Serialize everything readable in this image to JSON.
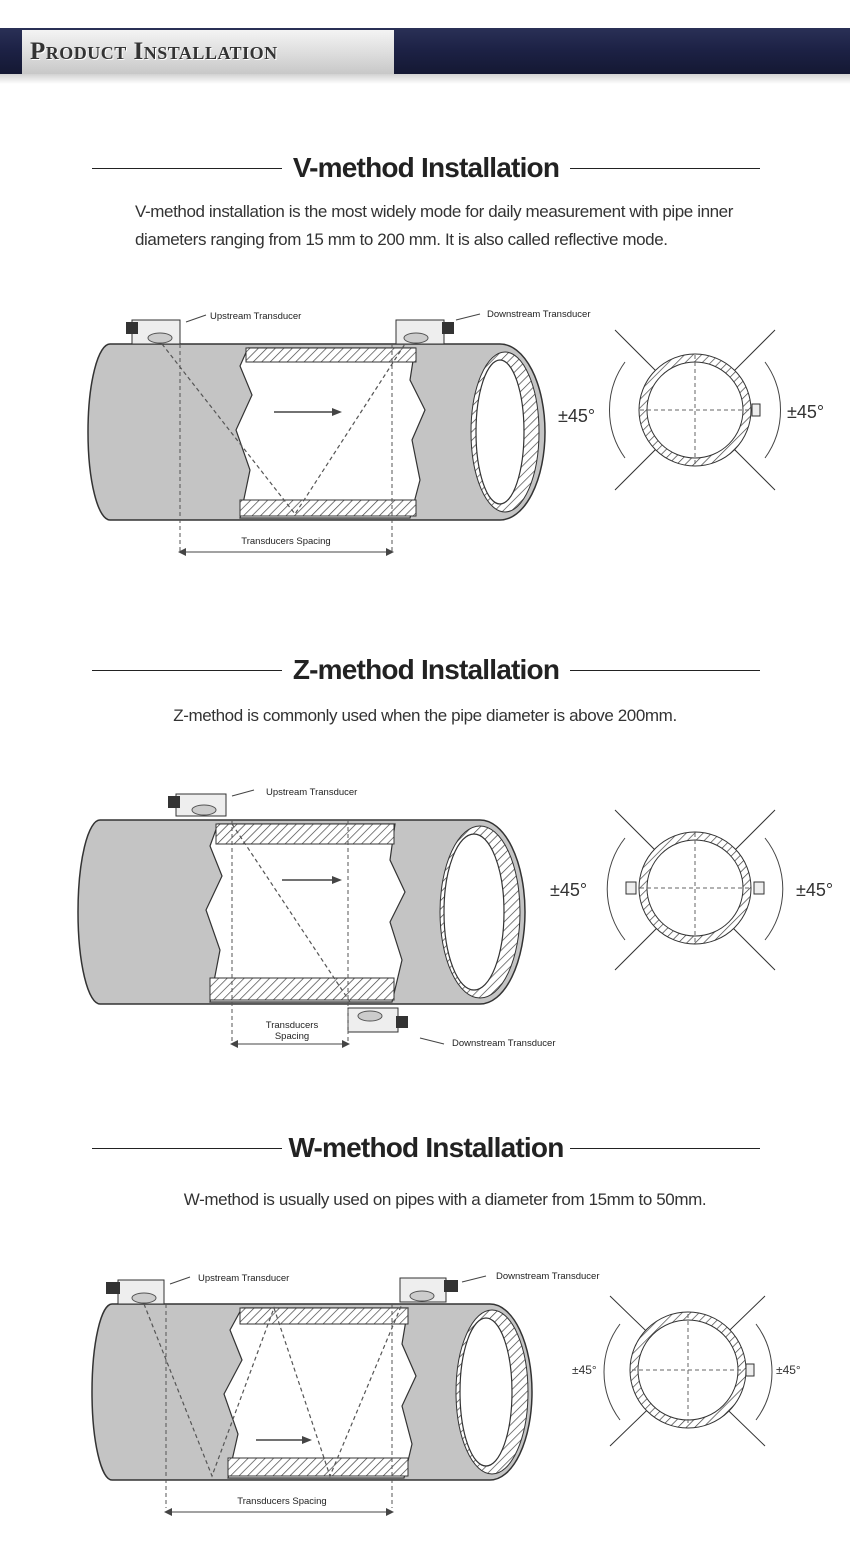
{
  "header": {
    "title": "Product Installation"
  },
  "sections": {
    "v": {
      "title": "V-method Installation",
      "description_1": "V-method installation is the most widely mode for daily measurement with pipe inner",
      "description_2": "diameters ranging from 15 mm to 200 mm. It is also called reflective mode.",
      "labels": {
        "upstream": "Upstream Transducer",
        "downstream": "Downstream Transducer",
        "spacing": "Transducers Spacing",
        "angle_left": "±45°",
        "angle_right": "±45°"
      }
    },
    "z": {
      "title": "Z-method Installation",
      "description": "Z-method is commonly used when the pipe diameter is above 200mm.",
      "labels": {
        "upstream": "Upstream Transducer",
        "downstream": "Downstream Transducer",
        "spacing_1": "Transducers",
        "spacing_2": "Spacing",
        "angle_left": "±45°",
        "angle_right": "±45°"
      }
    },
    "w": {
      "title": "W-method Installation",
      "description": "W-method is usually used on pipes with a diameter from 15mm to 50mm.",
      "labels": {
        "upstream": "Upstream Transducer",
        "downstream": "Downstream Transducer",
        "spacing": "Transducers Spacing",
        "angle_left": "±45°",
        "angle_right": "±45°"
      }
    }
  },
  "colors": {
    "banner": "#1d2246",
    "pipe_fill": "#c4c4c4",
    "line": "#333333"
  }
}
